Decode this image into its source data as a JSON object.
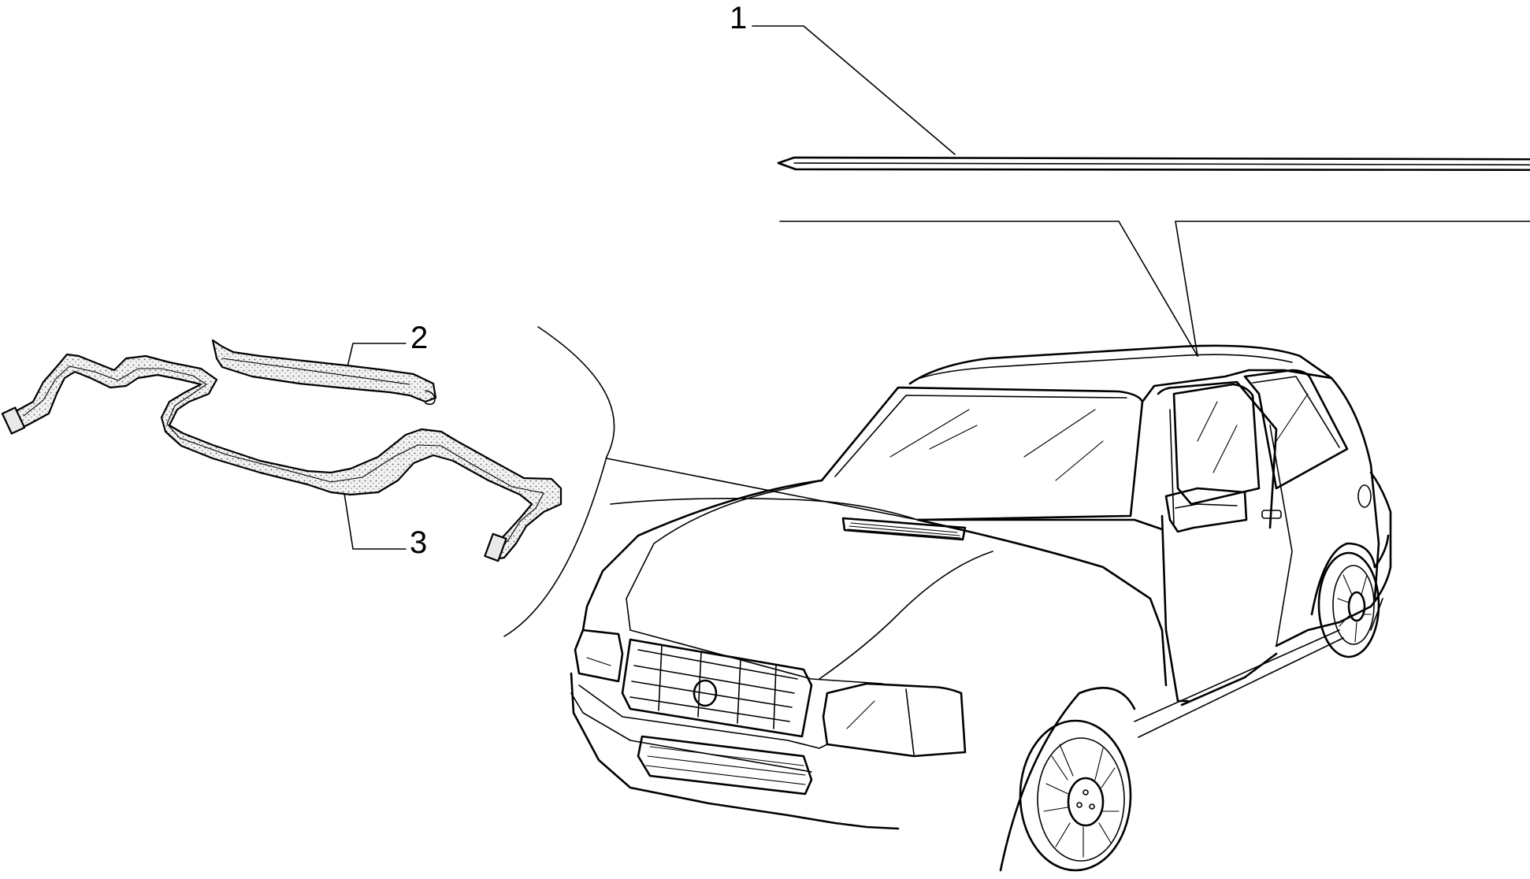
{
  "callouts": [
    {
      "id": "1",
      "label": "1"
    },
    {
      "id": "2",
      "label": "2"
    },
    {
      "id": "3",
      "label": "3"
    }
  ],
  "colors": {
    "line": "#000000",
    "background": "#ffffff",
    "seal_fill": "#e9e9e9"
  }
}
